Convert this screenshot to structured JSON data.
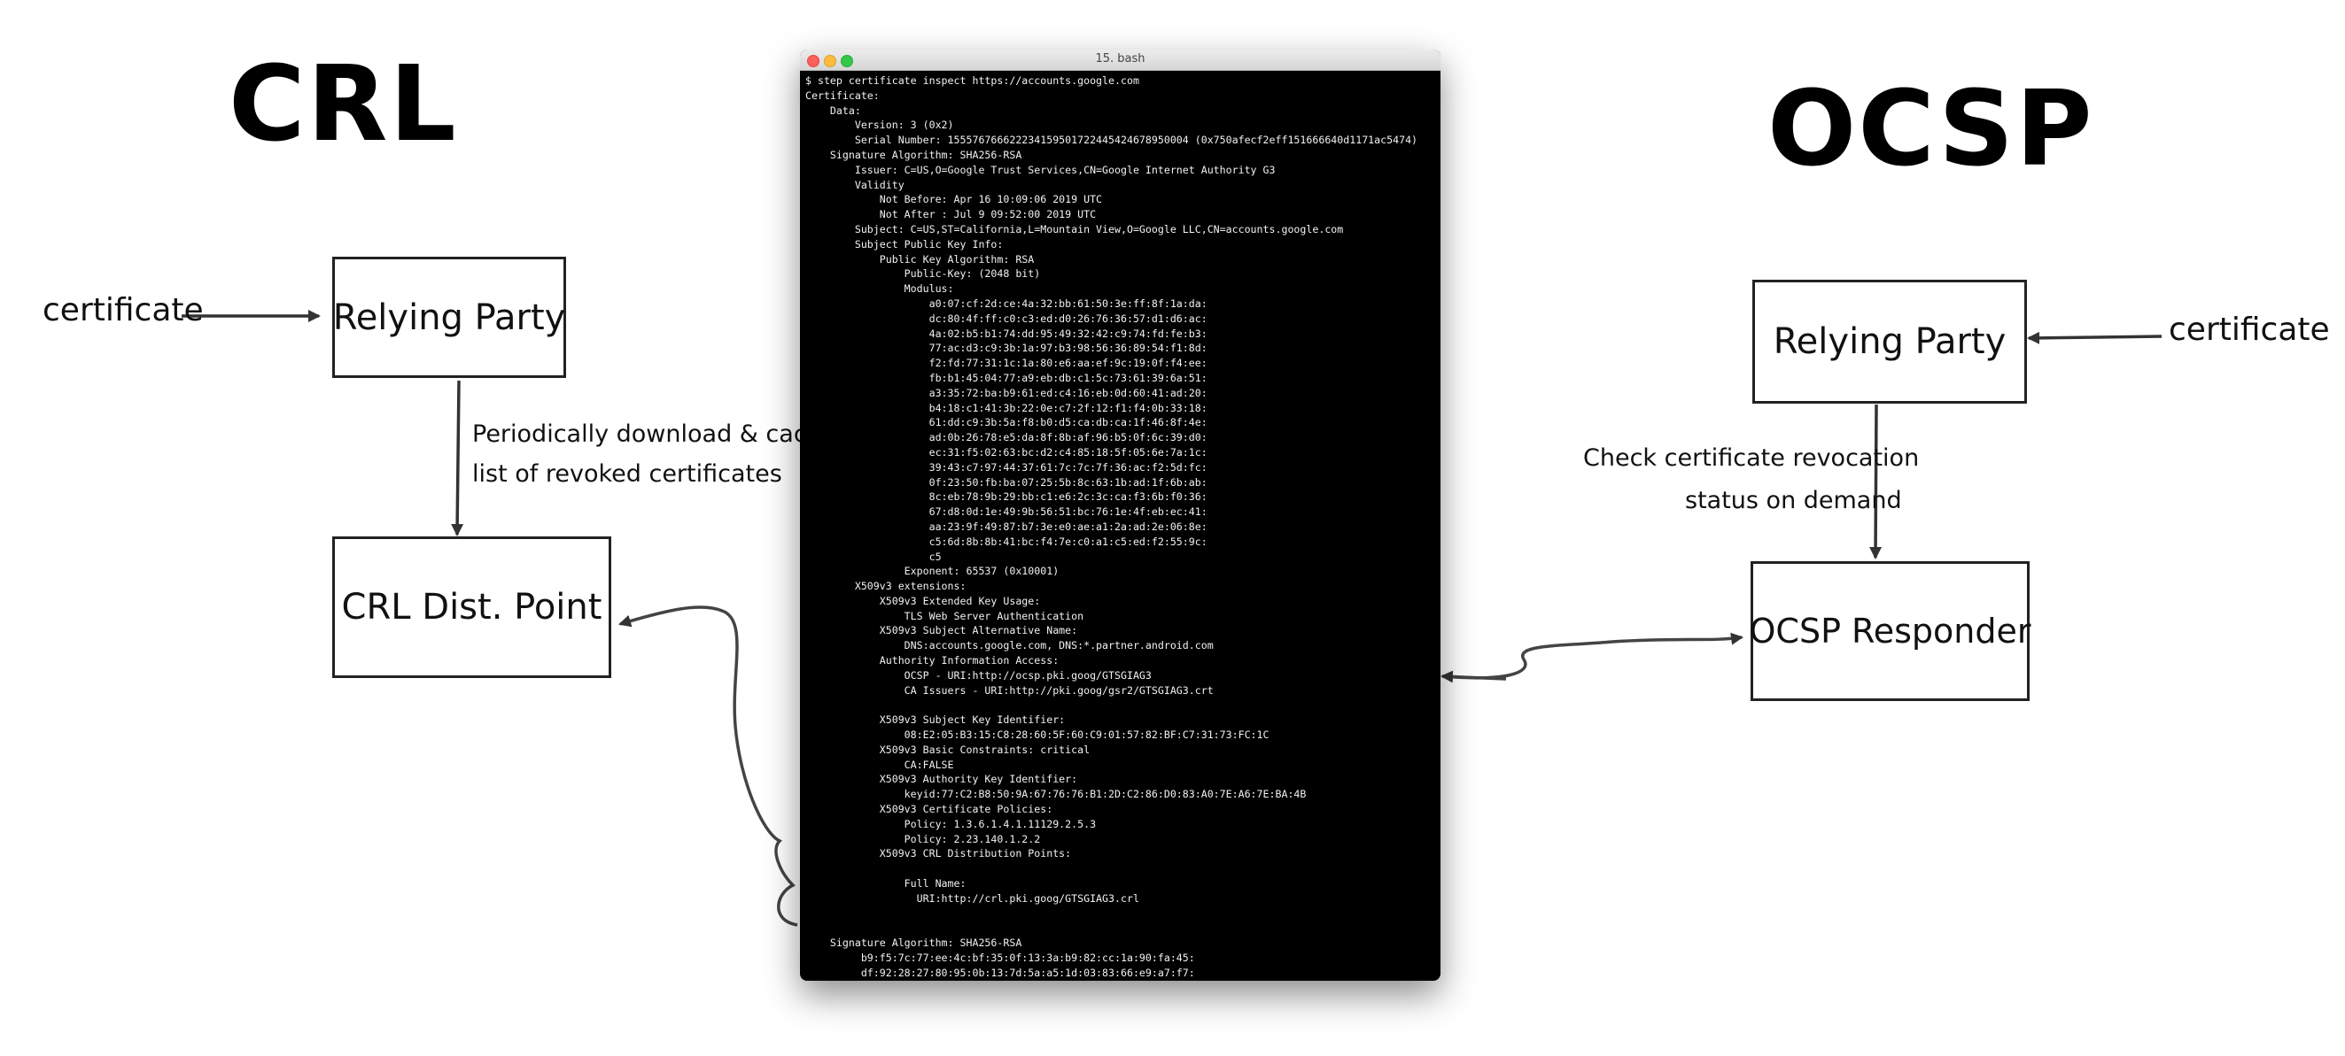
{
  "crl": {
    "title": "CRL",
    "certificate_label": "certificate",
    "relying_party_label": "Relying Party",
    "download_note_line1": "Periodically download & cache",
    "download_note_line2": "list of revoked certificates",
    "dist_point_label": "CRL Dist. Point"
  },
  "ocsp": {
    "title": "OCSP",
    "certificate_label": "certificate",
    "relying_party_label": "Relying Party",
    "check_note_line1": "Check certificate revocation",
    "check_note_line2": "status on demand",
    "responder_label": "OCSP Responder"
  },
  "terminal": {
    "title": "15. bash",
    "lines": [
      "$ step certificate inspect https://accounts.google.com",
      "Certificate:",
      "    Data:",
      "        Version: 3 (0x2)",
      "        Serial Number: 155576766622234159501722445424678950004 (0x750afecf2eff151666640d1171ac5474)",
      "    Signature Algorithm: SHA256-RSA",
      "        Issuer: C=US,O=Google Trust Services,CN=Google Internet Authority G3",
      "        Validity",
      "            Not Before: Apr 16 10:09:06 2019 UTC",
      "            Not After : Jul 9 09:52:00 2019 UTC",
      "        Subject: C=US,ST=California,L=Mountain View,O=Google LLC,CN=accounts.google.com",
      "        Subject Public Key Info:",
      "            Public Key Algorithm: RSA",
      "                Public-Key: (2048 bit)",
      "                Modulus:",
      "                    a0:07:cf:2d:ce:4a:32:bb:61:50:3e:ff:8f:1a:da:",
      "                    dc:80:4f:ff:c0:c3:ed:d0:26:76:36:57:d1:d6:ac:",
      "                    4a:02:b5:b1:74:dd:95:49:32:42:c9:74:fd:fe:b3:",
      "                    77:ac:d3:c9:3b:1a:97:b3:98:56:36:89:54:f1:8d:",
      "                    f2:fd:77:31:1c:1a:80:e6:aa:ef:9c:19:0f:f4:ee:",
      "                    fb:b1:45:04:77:a9:eb:db:c1:5c:73:61:39:6a:51:",
      "                    a3:35:72:ba:b9:61:ed:c4:16:eb:0d:60:41:ad:20:",
      "                    b4:18:c1:41:3b:22:0e:c7:2f:12:f1:f4:0b:33:18:",
      "                    61:dd:c9:3b:5a:f8:b0:d5:ca:db:ca:1f:46:8f:4e:",
      "                    ad:0b:26:78:e5:da:8f:8b:af:96:b5:0f:6c:39:d0:",
      "                    ec:31:f5:02:63:bc:d2:c4:85:18:5f:05:6e:7a:1c:",
      "                    39:43:c7:97:44:37:61:7c:7c:7f:36:ac:f2:5d:fc:",
      "                    0f:23:50:fb:ba:07:25:5b:8c:63:1b:ad:1f:6b:ab:",
      "                    8c:eb:78:9b:29:bb:c1:e6:2c:3c:ca:f3:6b:f0:36:",
      "                    67:d8:0d:1e:49:9b:56:51:bc:76:1e:4f:eb:ec:41:",
      "                    aa:23:9f:49:87:b7:3e:e0:ae:a1:2a:ad:2e:06:8e:",
      "                    c5:6d:8b:8b:41:bc:f4:7e:c0:a1:c5:ed:f2:55:9c:",
      "                    c5",
      "                Exponent: 65537 (0x10001)",
      "        X509v3 extensions:",
      "            X509v3 Extended Key Usage:",
      "                TLS Web Server Authentication",
      "            X509v3 Subject Alternative Name:",
      "                DNS:accounts.google.com, DNS:*.partner.android.com",
      "            Authority Information Access:",
      "                OCSP - URI:http://ocsp.pki.goog/GTSGIAG3",
      "                CA Issuers - URI:http://pki.goog/gsr2/GTSGIAG3.crt",
      "",
      "            X509v3 Subject Key Identifier:",
      "                08:E2:05:B3:15:C8:28:60:5F:60:C9:01:57:82:BF:C7:31:73:FC:1C",
      "            X509v3 Basic Constraints: critical",
      "                CA:FALSE",
      "            X509v3 Authority Key Identifier:",
      "                keyid:77:C2:B8:50:9A:67:76:76:B1:2D:C2:86:D0:83:A0:7E:A6:7E:BA:4B",
      "            X509v3 Certificate Policies:",
      "                Policy: 1.3.6.1.4.1.11129.2.5.3",
      "                Policy: 2.23.140.1.2.2",
      "            X509v3 CRL Distribution Points:",
      "",
      "                Full Name:",
      "                  URI:http://crl.pki.goog/GTSGIAG3.crl",
      "",
      "",
      "    Signature Algorithm: SHA256-RSA",
      "         b9:f5:7c:77:ee:4c:bf:35:0f:13:3a:b9:82:cc:1a:90:fa:45:",
      "         df:92:28:27:80:95:0b:13:7d:5a:a5:1d:03:83:66:e9:a7:f7:"
    ]
  }
}
